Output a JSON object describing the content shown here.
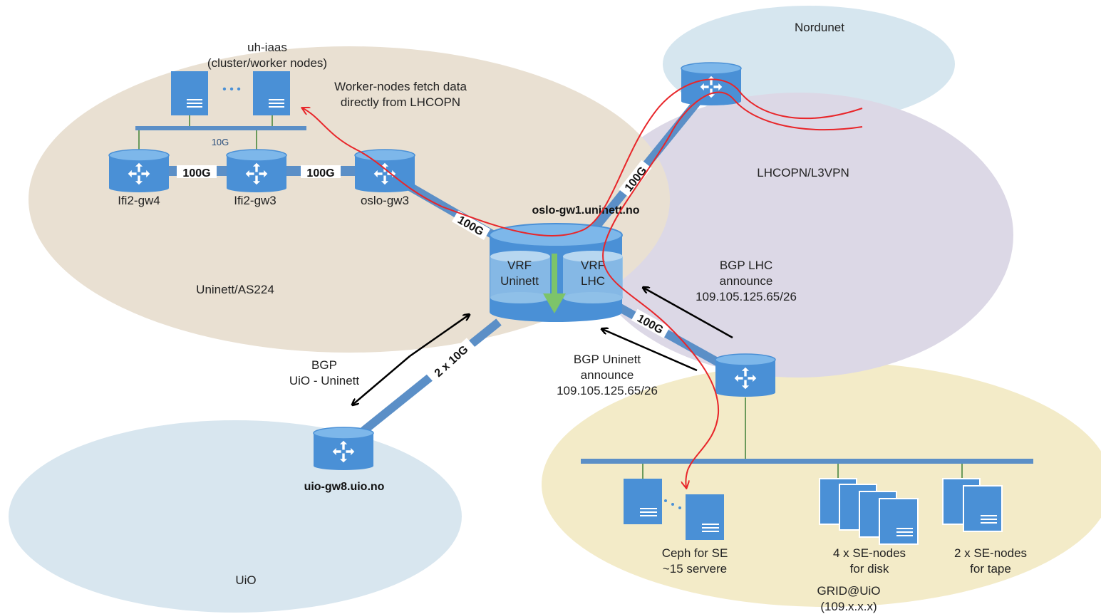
{
  "clouds": {
    "nordunet": "Nordunet",
    "lhcopn": "LHCOPN/L3VPN",
    "uninett": "Uninett/AS224",
    "uio": "UiO",
    "grid_line1": "GRID@UiO",
    "grid_line2": "(109.x.x.x)"
  },
  "uh_iaas": {
    "title_line1": "uh-iaas",
    "title_line2": "(cluster/worker nodes)",
    "ellipsis": "• • •",
    "bus_speed": "10G"
  },
  "routers": {
    "ifi2_gw4": "Ifi2-gw4",
    "ifi2_gw3": "Ifi2-gw3",
    "oslo_gw3": "oslo-gw3",
    "oslo_gw1": "oslo-gw1.uninett.no",
    "uio_gw8": "uio-gw8.uio.no"
  },
  "links": {
    "gw4_gw3": "100G",
    "gw3_oslo": "100G",
    "oslo_gw3_gw1": "100G",
    "gw1_nordunet": "100G",
    "gw1_grid": "100G",
    "gw1_uio": "2 x 10G"
  },
  "vrf": {
    "uninett_line1": "VRF",
    "uninett_line2": "Uninett",
    "lhc_line1": "VRF",
    "lhc_line2": "LHC"
  },
  "annotations": {
    "worker_fetch_line1": "Worker-nodes fetch data",
    "worker_fetch_line2": "directly from LHCOPN",
    "bgp_lhc_line1": "BGP LHC",
    "bgp_lhc_line2": "announce",
    "bgp_lhc_line3": "109.105.125.65/26",
    "bgp_uninett_line1": "BGP Uninett",
    "bgp_uninett_line2": "announce",
    "bgp_uninett_line3": "109.105.125.65/26",
    "bgp_uio_line1": "BGP",
    "bgp_uio_line2": "UiO - Uninett"
  },
  "grid_servers": {
    "ceph_line1": "Ceph for SE",
    "ceph_line2": "~15 servere",
    "disk_line1": "4 x SE-nodes",
    "disk_line2": "for disk",
    "tape_line1": "2 x SE-nodes",
    "tape_line2": "for tape"
  },
  "colors": {
    "uninett_cloud": "#e9e0d2",
    "nordunet_cloud": "#d6e6ef",
    "lhcopn_cloud": "#dcd8e6",
    "uio_cloud": "#d8e6ef",
    "grid_cloud": "#f3ebc8",
    "link_blue": "#5b8fc7",
    "device_blue": "#4a90d6",
    "flow_red": "#e8262a"
  }
}
